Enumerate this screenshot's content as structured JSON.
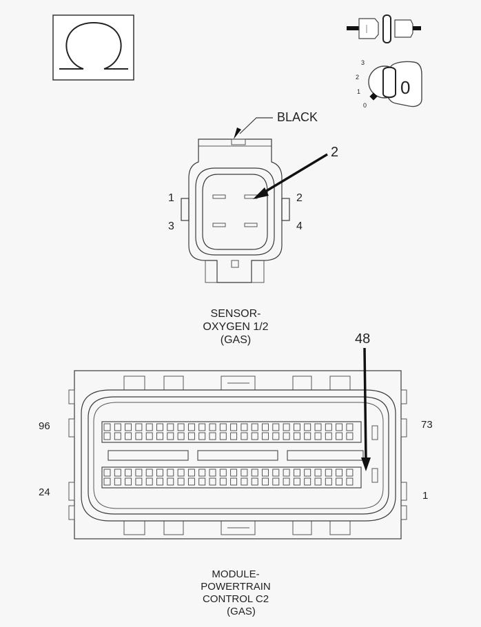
{
  "meter": {
    "symbol": "Ω"
  },
  "key": {
    "position_marks": [
      "3",
      "2",
      "1",
      "0"
    ],
    "selected": "0"
  },
  "sensor": {
    "color_label": "BLACK",
    "pointer_pin": "2",
    "pins_left": [
      "1",
      "3"
    ],
    "pins_right": [
      "2",
      "4"
    ],
    "caption": [
      "SENSOR-",
      "OXYGEN 1/2",
      "(GAS)"
    ]
  },
  "module": {
    "pointer_pin": "48",
    "left_pins": [
      "96",
      "24"
    ],
    "right_pins": [
      "73",
      "1"
    ],
    "caption": [
      "MODULE-",
      "POWERTRAIN",
      "CONTROL C2",
      "(GAS)"
    ]
  }
}
